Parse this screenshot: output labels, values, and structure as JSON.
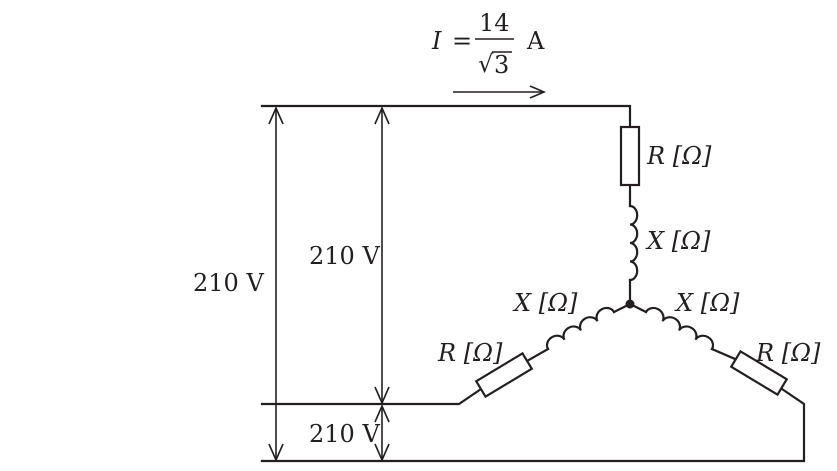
{
  "current": {
    "symbol": "I",
    "equals": "=",
    "numerator": "14",
    "sqrt_sign": "√",
    "denominator": "3",
    "unit": "A"
  },
  "voltages": {
    "outer": "210 V",
    "inner": "210 V",
    "bottom": "210 V"
  },
  "components": {
    "top_resistor": "R [Ω]",
    "top_reactance": "X [Ω]",
    "left_reactance": "X [Ω]",
    "left_resistor": "R [Ω]",
    "right_reactance": "X [Ω]",
    "right_resistor": "R [Ω]"
  }
}
